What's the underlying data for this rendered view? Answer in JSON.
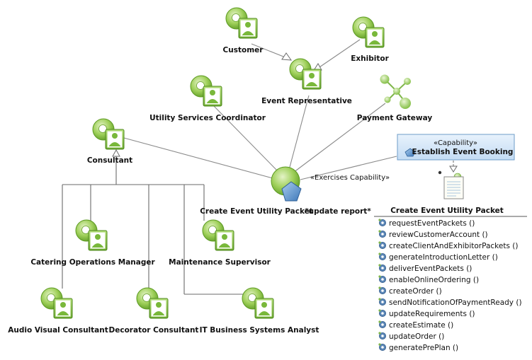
{
  "actors": [
    {
      "id": "customer",
      "label": "Customer"
    },
    {
      "id": "exhibitor",
      "label": "Exhibitor"
    },
    {
      "id": "event-rep",
      "label": "Event Representative"
    },
    {
      "id": "utility-coord",
      "label": "Utility Services Coordinator"
    },
    {
      "id": "consultant",
      "label": "Consultant"
    },
    {
      "id": "catering",
      "label": "Catering Operations Manager"
    },
    {
      "id": "maintenance",
      "label": "Maintenance Supervisor"
    },
    {
      "id": "av",
      "label": "Audio Visual Consultant"
    },
    {
      "id": "decorator",
      "label": "Decorator Consultant"
    },
    {
      "id": "it",
      "label": "IT Business Systems Analyst"
    }
  ],
  "payment_gateway": {
    "label": "Payment Gateway"
  },
  "use_case": {
    "label": "Create Event Utility Packet",
    "note": "*update report*",
    "relation_label": "«Exercises Capability»"
  },
  "capability": {
    "stereotype": "«Capability»",
    "name": "Establish Event Booking"
  },
  "service": {
    "title": "Create Event Utility Packet",
    "operations": [
      "requestEventPackets ()",
      "reviewCustomerAccount ()",
      "createClientAndExhibitorPackets ()",
      "generateIntroductionLetter ()",
      "deliverEventPackets ()",
      "enableOnlineOrdering ()",
      "createOrder ()",
      "sendNotificationOfPaymentReady ()",
      "updateRequirements ()",
      "createEstimate ()",
      "updateOrder ()",
      "generatePrePlan ()"
    ]
  },
  "colors": {
    "actor_green": "#8cc44a",
    "capability_fill": "#d6e8f8",
    "capability_border": "#6e9cc8",
    "use_case_diamond": "#5b8fc7"
  }
}
